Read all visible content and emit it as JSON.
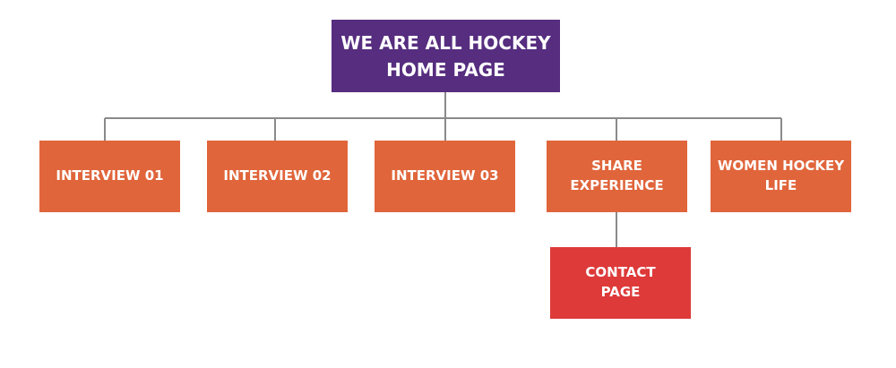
{
  "colors": {
    "root": "#562d7f",
    "child": "#e0653b",
    "grandchild": "#dd3a39",
    "connector": "#8a8a8a"
  },
  "root": {
    "label": "WE ARE ALL HOCKEY\nHOME PAGE"
  },
  "children": [
    {
      "label": "INTERVIEW 01"
    },
    {
      "label": "INTERVIEW 02"
    },
    {
      "label": "INTERVIEW 03"
    },
    {
      "label": "SHARE\nEXPERIENCE"
    },
    {
      "label": "WOMEN HOCKEY\nLIFE"
    }
  ],
  "grandchild": {
    "label": "CONTACT\nPAGE"
  }
}
